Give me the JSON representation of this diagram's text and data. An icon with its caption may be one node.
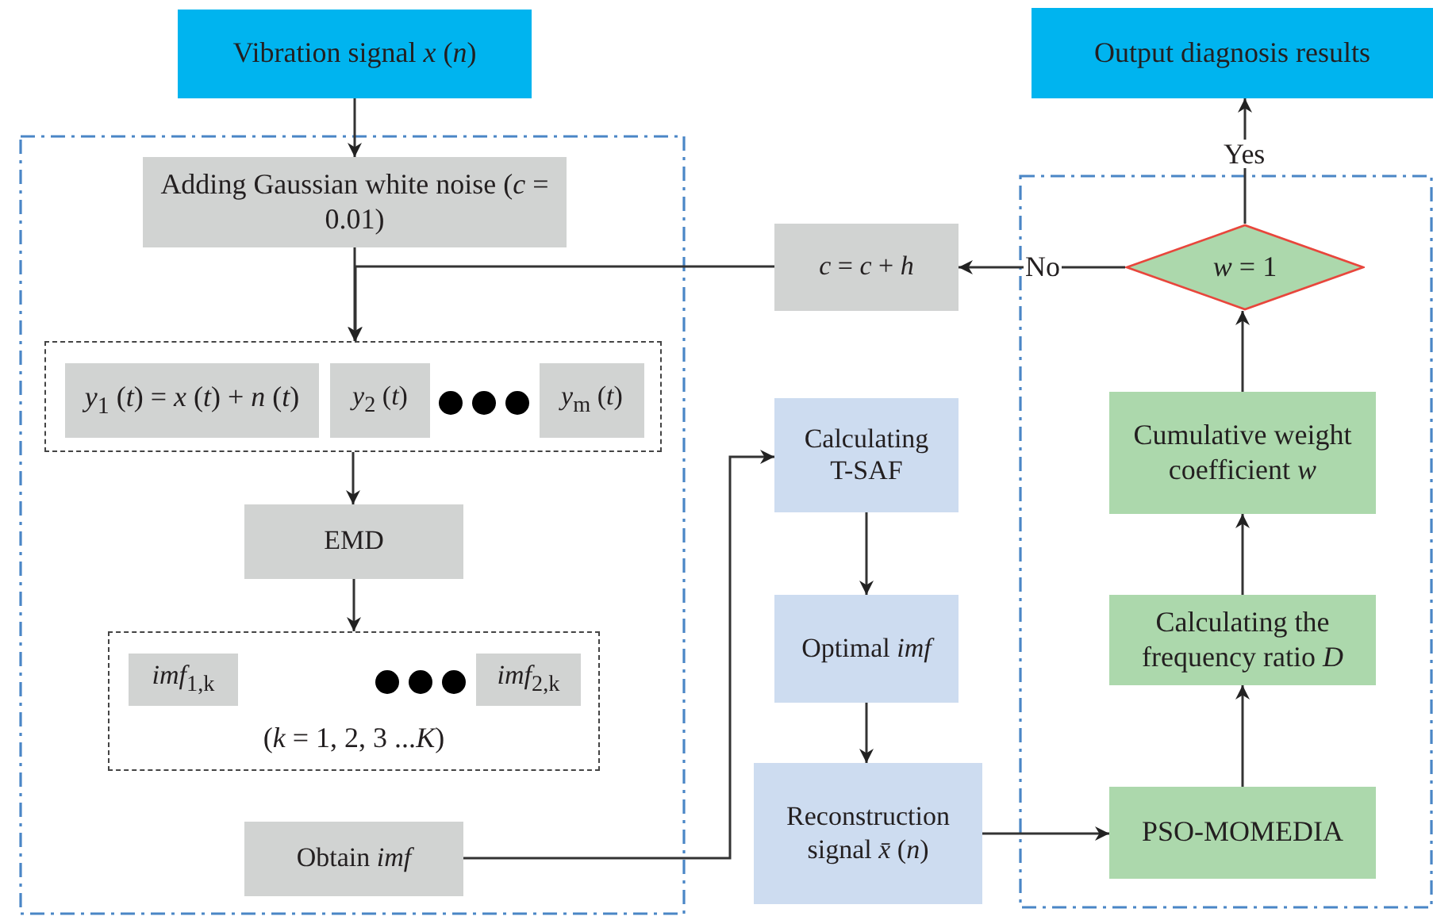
{
  "diagram": {
    "nodes": [
      {
        "text": [
          "Vibration signal *x* (*n*)"
        ]
      },
      {
        "text": [],
        "shape": "box"
      },
      {
        "text": [
          "Adding Gaussian white noise (*c* = 0.01)"
        ],
        "in": 1
      },
      {
        "text": [],
        "shape": "box",
        "in": 1
      },
      {
        "text": [
          "*y*$_{1}$ (*t*) = *x* (*t*) + *n* (*t*)"
        ],
        "in": 3
      },
      {
        "text": [
          "*y*$_{2}$ (*t*)"
        ],
        "in": 3
      },
      {
        "text": [
          "*y*$_{m}$ (*t*)"
        ],
        "in": 3
      },
      {
        "text": [
          "EMD"
        ],
        "in": 1
      },
      {
        "text": [
          "(*k* = 1, 2, 3 ...*K*)"
        ],
        "in": 1
      },
      {
        "text": [
          "*imf*$_{1,k}$"
        ],
        "in": 8
      },
      {
        "text": [
          "*imf*$_{2,k}$"
        ],
        "in": 8
      },
      {
        "text": [
          "Obtain *imf*"
        ],
        "in": 1
      },
      {
        "text": [
          "Calculating T-SAF"
        ]
      },
      {
        "text": [
          "Optimal *imf*"
        ]
      },
      {
        "text": [
          "Reconstruction signal *x̄* (*n*)"
        ]
      },
      {
        "text": [
          "*c* = *c* + *h*"
        ]
      },
      {
        "text": [],
        "shape": "box"
      },
      {
        "text": [
          "*w* = 1"
        ],
        "in": 16
      },
      {
        "text": [
          "Cumulative weight coefficient *w*"
        ],
        "in": 16
      },
      {
        "text": [
          "Calculating the frequency ratio *D*"
        ],
        "in": 16
      },
      {
        "text": [
          "PSO-MOMEDIA"
        ],
        "in": 16
      },
      {
        "text": [
          "Output diagnosis results"
        ]
      }
    ],
    "edges": [
      {
        "from": 0,
        "to": 2,
        "arrow": "to"
      },
      {
        "from": 2,
        "to": 3,
        "arrow": "to"
      },
      {
        "from": 15,
        "to": 3,
        "arrow": "to"
      },
      {
        "from": 3,
        "to": 7,
        "arrow": "to"
      },
      {
        "from": 7,
        "to": 8,
        "arrow": "to"
      },
      {
        "from": 11,
        "to": 12,
        "arrow": "to"
      },
      {
        "from": 12,
        "to": 13,
        "arrow": "to"
      },
      {
        "from": 13,
        "to": 14,
        "arrow": "to"
      },
      {
        "from": 14,
        "to": 20,
        "arrow": "to"
      },
      {
        "from": 20,
        "to": 19,
        "arrow": "to"
      },
      {
        "from": 19,
        "to": 18,
        "arrow": "to"
      },
      {
        "from": 18,
        "to": 17,
        "arrow": "to"
      },
      {
        "from": 17,
        "to": 21,
        "arrow": "to",
        "label": "Yes"
      },
      {
        "from": 17,
        "to": 15,
        "arrow": "to",
        "label": "No"
      }
    ]
  }
}
